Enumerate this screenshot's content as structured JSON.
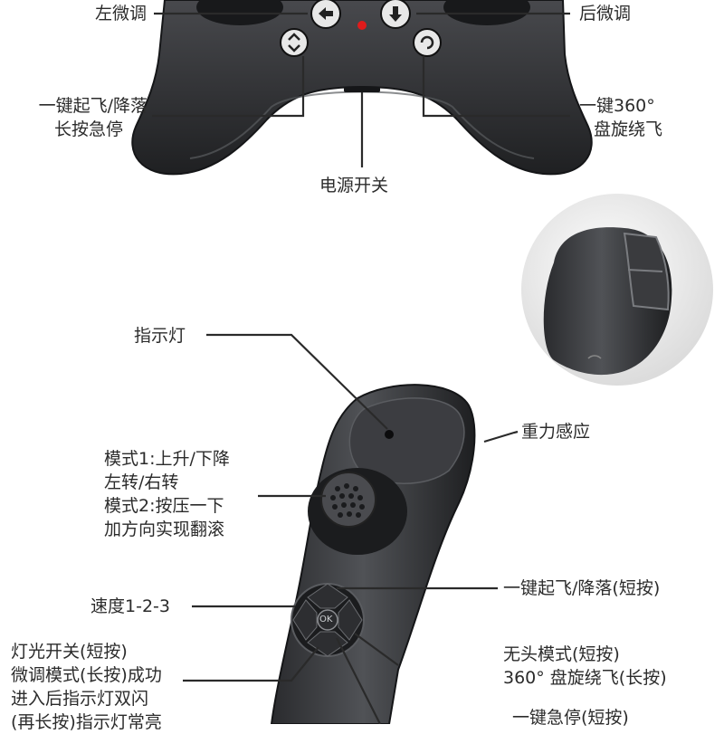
{
  "colors": {
    "body": "#2f3033",
    "body_dark": "#1d1e20",
    "highlight": "#5a5c60",
    "accent_red": "#e01b1b",
    "line": "#2a2a2a",
    "text": "#2b2b2b"
  },
  "top_controller": {
    "left_trim": "左微调",
    "right_trim": "后微调",
    "takeoff_land": [
      "一键起飞/降落",
      "长按急停"
    ],
    "circle_fly": [
      "一键360°",
      "盘旋绕飞"
    ],
    "power_switch": "电源开关"
  },
  "wand_controller": {
    "indicator": "指示灯",
    "gravity": "重力感应",
    "joystick": [
      "模式1:上升/下降",
      "左转/右转",
      "模式2:按压一下",
      "加方向实现翻滚"
    ],
    "speed": "速度1-2-3",
    "takeoff_short": "一键起飞/降落(短按)",
    "headless": [
      "无头模式(短按)",
      "360°  盘旋绕飞(长按)"
    ],
    "light": [
      "灯光开关(短按)",
      "微调模式(长按)成功",
      "进入后指示灯双闪",
      "(再长按)指示灯常亮"
    ],
    "estop": "一键急停(短按)",
    "ok_label": "OK"
  },
  "icons": [
    "arrow-left-icon",
    "arrow-down-icon",
    "takeoff-land-icon",
    "circle-fly-icon"
  ]
}
